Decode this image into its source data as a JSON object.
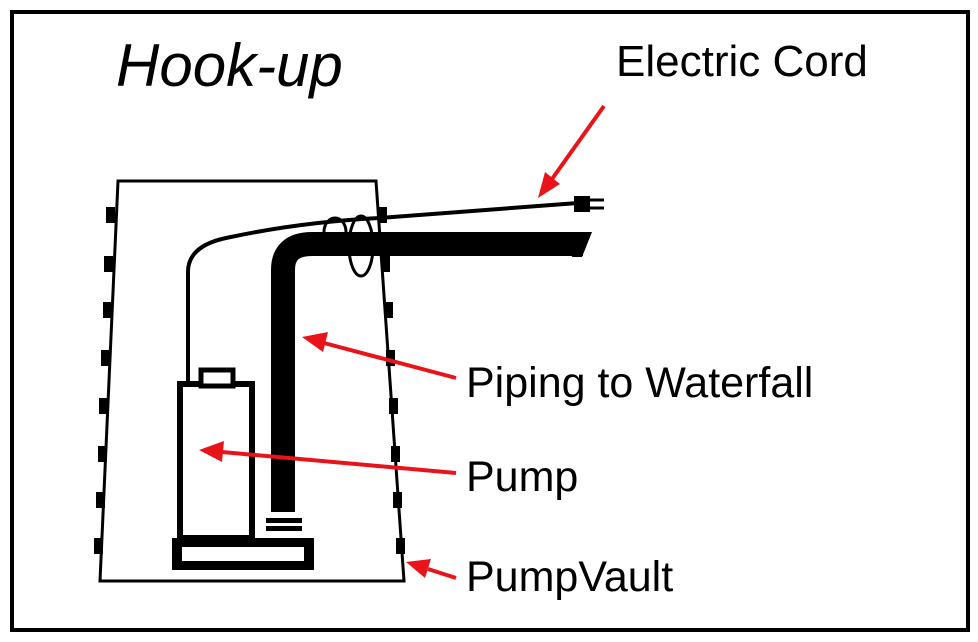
{
  "title": "Hook-up",
  "labels": {
    "electric_cord": "Electric Cord",
    "piping": "Piping to Waterfall",
    "pump": "Pump",
    "vault": "PumpVault"
  },
  "colors": {
    "arrow": "#e8141a",
    "ink": "#000000",
    "background": "#ffffff"
  }
}
